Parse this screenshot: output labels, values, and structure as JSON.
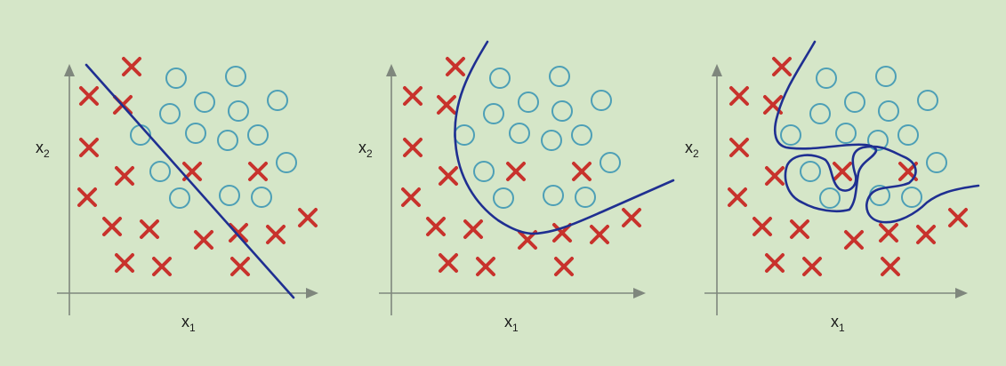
{
  "figure": {
    "background": "#d5e6c8",
    "colors": {
      "cross": "#c8322c",
      "circle": "#4d9fb6",
      "boundary": "#1f2f91",
      "axis": "#7f877d"
    },
    "panels": [
      {
        "name": "linear",
        "x_label": "x",
        "x_label_sub": "1",
        "y_label": "x",
        "y_label_sub": "2"
      },
      {
        "name": "curved",
        "x_label": "x",
        "x_label_sub": "1",
        "y_label": "x",
        "y_label_sub": "2"
      },
      {
        "name": "overfit",
        "x_label": "x",
        "x_label_sub": "1",
        "y_label": "x",
        "y_label_sub": "2"
      }
    ]
  }
}
